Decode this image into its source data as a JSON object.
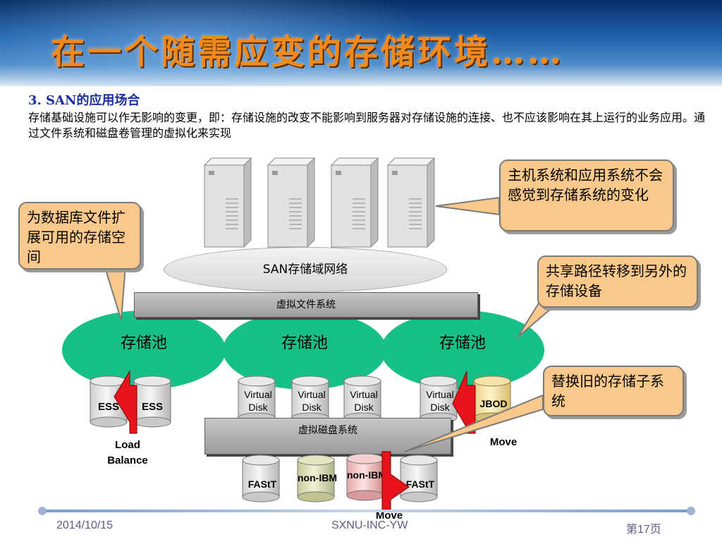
{
  "slide": {
    "title": "在一个随需应变的存储环境……",
    "subtitle": "3. SAN的应用场合",
    "paragraph": "存储基础设施可以作无影响的变更，即：存储设施的改变不能影响到服务器对存储设施的连接、也不应该影响在其上运行的业务应用。通过文件系统和磁盘卷管理的虚拟化来实现"
  },
  "diagram": {
    "san_network": "SAN存储域网络",
    "virtual_fs": "虚拟文件系统",
    "virtual_disk_system": "虚拟磁盘系统",
    "pools": [
      "存储池",
      "存储池",
      "存储池"
    ],
    "ess_labels": [
      "ESS",
      "ESS"
    ],
    "virtual_disks": [
      "Virtual Disk",
      "Virtual Disk",
      "Virtual Disk",
      "Virtual Disk"
    ],
    "jbod": "JBOD",
    "load_balance": "Load Balance",
    "move_right": "Move",
    "move_bottom": "Move",
    "bottom_disks": [
      "FAStT",
      "non-IBM",
      "non-IBM",
      "FAStT"
    ]
  },
  "callouts": {
    "left": "为数据库文件扩展可用的存储空间",
    "top_right": "主机系统和应用系统不会感觉到存储系统的变化",
    "mid_right": "共享路径转移到另外的存储设备",
    "bottom_right": "替换旧的存储子系统"
  },
  "footer": {
    "date": "2014/10/15",
    "org": "SXNU-INC-YW",
    "page": "第17页"
  },
  "colors": {
    "title_orange": "#f08a1c",
    "subtitle_blue": "#1a2fa0",
    "pool_green": "#18c089",
    "callout_fill": "#f9c98c",
    "arrow_red": "#e8141c"
  }
}
